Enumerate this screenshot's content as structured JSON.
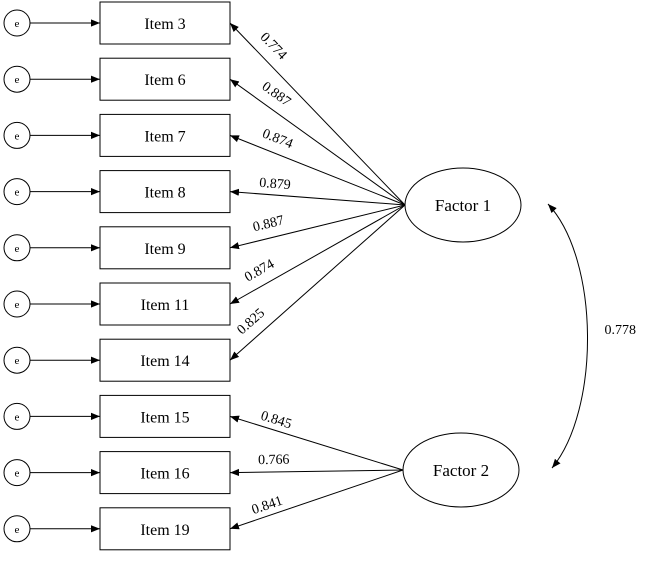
{
  "error_label": "e",
  "items": [
    {
      "label": "Item 3",
      "factor": 1,
      "loading": "0.774"
    },
    {
      "label": "Item 6",
      "factor": 1,
      "loading": "0.887"
    },
    {
      "label": "Item 7",
      "factor": 1,
      "loading": "0.874"
    },
    {
      "label": "Item 8",
      "factor": 1,
      "loading": "0.879"
    },
    {
      "label": "Item 9",
      "factor": 1,
      "loading": "0.887"
    },
    {
      "label": "Item 11",
      "factor": 1,
      "loading": "0.874"
    },
    {
      "label": "Item 14",
      "factor": 1,
      "loading": "0.825"
    },
    {
      "label": "Item 15",
      "factor": 2,
      "loading": "0.845"
    },
    {
      "label": "Item 16",
      "factor": 2,
      "loading": "0.766"
    },
    {
      "label": "Item 19",
      "factor": 2,
      "loading": "0.841"
    }
  ],
  "factors": [
    {
      "label": "Factor 1"
    },
    {
      "label": "Factor 2"
    }
  ],
  "correlation": "0.778"
}
